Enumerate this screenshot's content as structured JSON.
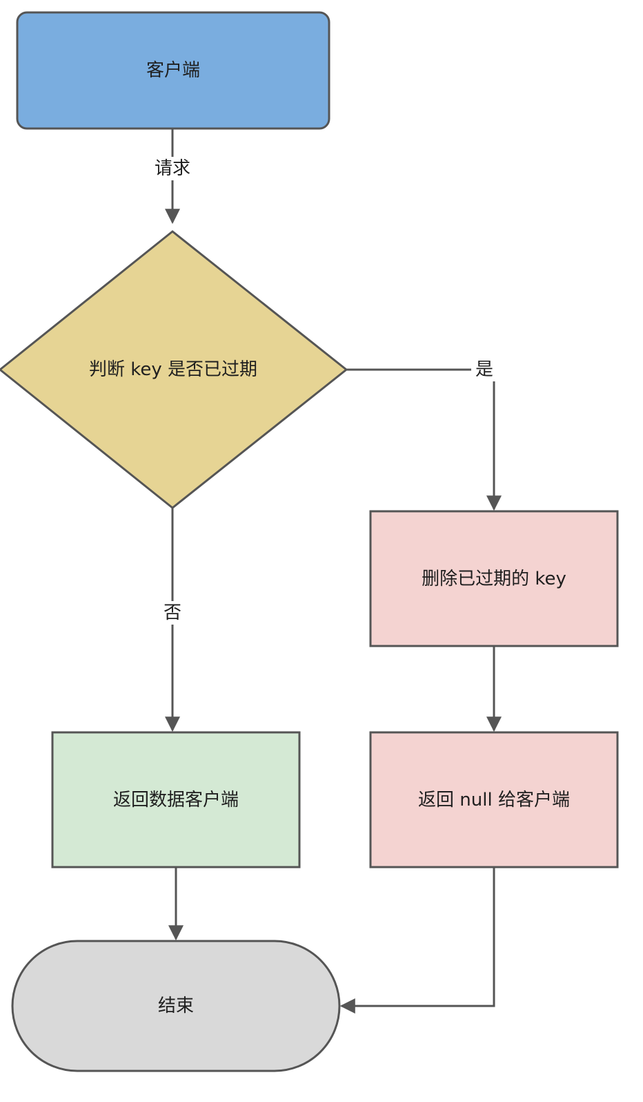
{
  "nodes": {
    "client": {
      "label": "客户端",
      "shape": "rounded-rect",
      "fill": "#7aaddf"
    },
    "decision": {
      "label": "判断 key 是否已过期",
      "shape": "diamond",
      "fill": "#e6d494"
    },
    "delete_key": {
      "label": "删除已过期的 key",
      "shape": "rect",
      "fill": "#f4d3d1"
    },
    "return_data": {
      "label": "返回数据客户端",
      "shape": "rect",
      "fill": "#d4e9d4"
    },
    "return_null": {
      "label": "返回 null 给客户端",
      "shape": "rect",
      "fill": "#f4d3d1"
    },
    "end": {
      "label": "结束",
      "shape": "stadium",
      "fill": "#d9d9d9"
    }
  },
  "edges": {
    "request": {
      "label": "请求",
      "from": "client",
      "to": "decision"
    },
    "yes": {
      "label": "是",
      "from": "decision",
      "to": "delete_key"
    },
    "no": {
      "label": "否",
      "from": "decision",
      "to": "return_data"
    },
    "delete_to_null": {
      "from": "delete_key",
      "to": "return_null"
    },
    "data_to_end": {
      "from": "return_data",
      "to": "end"
    },
    "null_to_end": {
      "from": "return_null",
      "to": "end"
    }
  },
  "colors": {
    "stroke": "#555555",
    "text": "#1f1f1f"
  }
}
